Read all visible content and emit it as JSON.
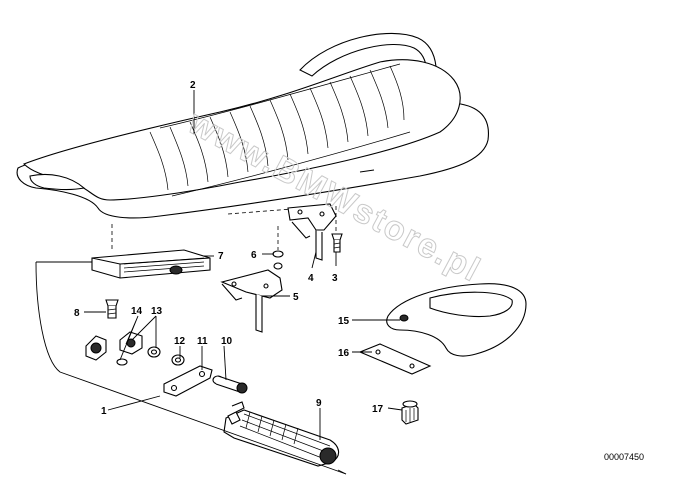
{
  "diagram": {
    "callouts": [
      {
        "id": "c1",
        "label": "1"
      },
      {
        "id": "c2",
        "label": "2"
      },
      {
        "id": "c3",
        "label": "3"
      },
      {
        "id": "c4",
        "label": "4"
      },
      {
        "id": "c5",
        "label": "5"
      },
      {
        "id": "c6",
        "label": "6"
      },
      {
        "id": "c7",
        "label": "7"
      },
      {
        "id": "c8",
        "label": "8"
      },
      {
        "id": "c9",
        "label": "9"
      },
      {
        "id": "c10",
        "label": "10"
      },
      {
        "id": "c11",
        "label": "11"
      },
      {
        "id": "c12",
        "label": "12"
      },
      {
        "id": "c13",
        "label": "13"
      },
      {
        "id": "c14",
        "label": "14"
      },
      {
        "id": "c15",
        "label": "15"
      },
      {
        "id": "c16",
        "label": "16"
      },
      {
        "id": "c17",
        "label": "17"
      }
    ],
    "document_number": "00007450",
    "watermark": "www.BMWstore.pl"
  }
}
